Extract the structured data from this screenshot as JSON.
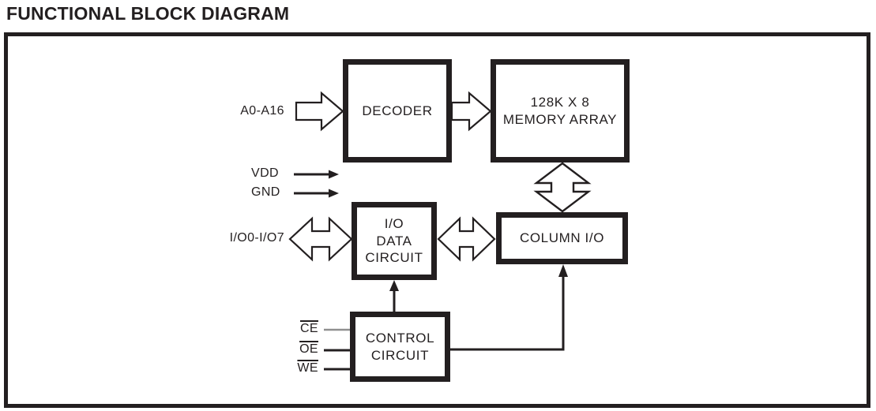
{
  "title": "FUNCTIONAL BLOCK DIAGRAM",
  "blocks": {
    "decoder": {
      "label": "DECODER"
    },
    "memory_array": {
      "line1": "128K X 8",
      "line2": "MEMORY ARRAY"
    },
    "io_data_circuit": {
      "line1": "I/O",
      "line2": "DATA",
      "line3": "CIRCUIT"
    },
    "column_io": {
      "label": "COLUMN I/O"
    },
    "control_circuit": {
      "line1": "CONTROL",
      "line2": "CIRCUIT"
    }
  },
  "pins": {
    "address_bus": "A0-A16",
    "power": "VDD",
    "ground": "GND",
    "data_bus": "I/O0-I/O7",
    "chip_enable": "CE",
    "output_enable": "OE",
    "write_enable": "WE"
  },
  "colors": {
    "ink": "#231f20",
    "background": "#ffffff",
    "ce_line_gray": "#8f8f8f"
  }
}
